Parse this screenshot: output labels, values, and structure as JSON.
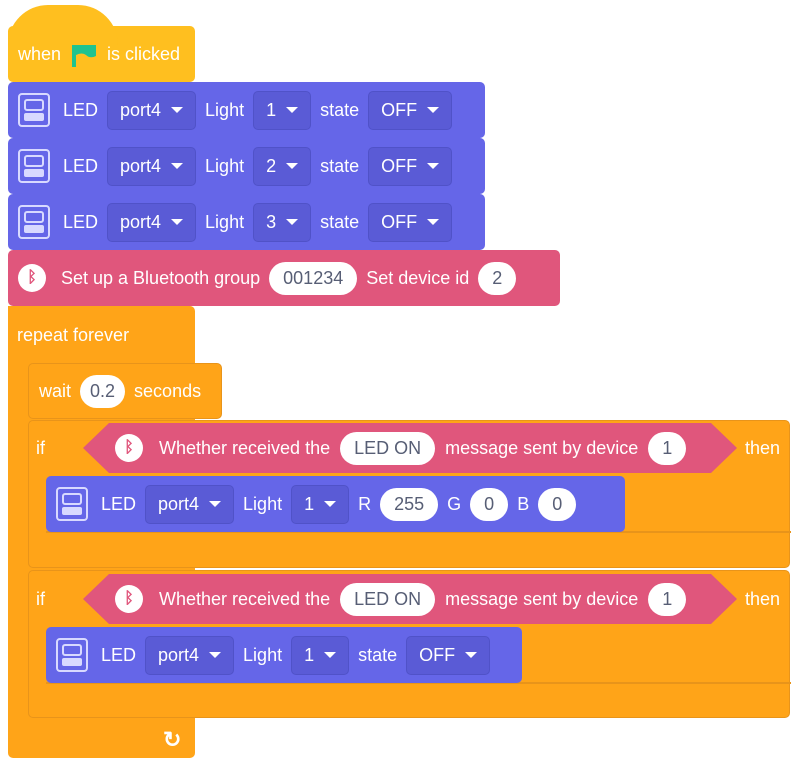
{
  "hat": {
    "when": "when",
    "is_clicked": "is clicked",
    "flag_color": "#1fc38f"
  },
  "led_state_blocks": [
    {
      "led": "LED",
      "port": "port4",
      "light_label": "Light",
      "light": "1",
      "state_label": "state",
      "state": "OFF"
    },
    {
      "led": "LED",
      "port": "port4",
      "light_label": "Light",
      "light": "2",
      "state_label": "state",
      "state": "OFF"
    },
    {
      "led": "LED",
      "port": "port4",
      "light_label": "Light",
      "light": "3",
      "state_label": "state",
      "state": "OFF"
    }
  ],
  "bluetooth": {
    "label1": "Set up a Bluetooth group",
    "group": "001234",
    "label2": "Set device id",
    "id": "2"
  },
  "repeat": {
    "label": "repeat forever"
  },
  "wait": {
    "label": "wait",
    "value": "0.2",
    "unit": "seconds"
  },
  "if1": {
    "if": "if",
    "cond1": "Whether received the",
    "msg": "LED ON",
    "cond2": "message sent by device",
    "device": "1",
    "then": "then",
    "inner": {
      "led": "LED",
      "port": "port4",
      "light_label": "Light",
      "light": "1",
      "r_label": "R",
      "r": "255",
      "g_label": "G",
      "g": "0",
      "b_label": "B",
      "b": "0"
    }
  },
  "if2": {
    "if": "if",
    "cond1": "Whether received the",
    "msg": "LED ON",
    "cond2": "message sent by device",
    "device": "1",
    "then": "then",
    "inner": {
      "led": "LED",
      "port": "port4",
      "light_label": "Light",
      "light": "1",
      "state_label": "state",
      "state": "OFF"
    }
  },
  "icons": {
    "bluetooth": "ᛒ",
    "loop_arrow": "↻"
  }
}
